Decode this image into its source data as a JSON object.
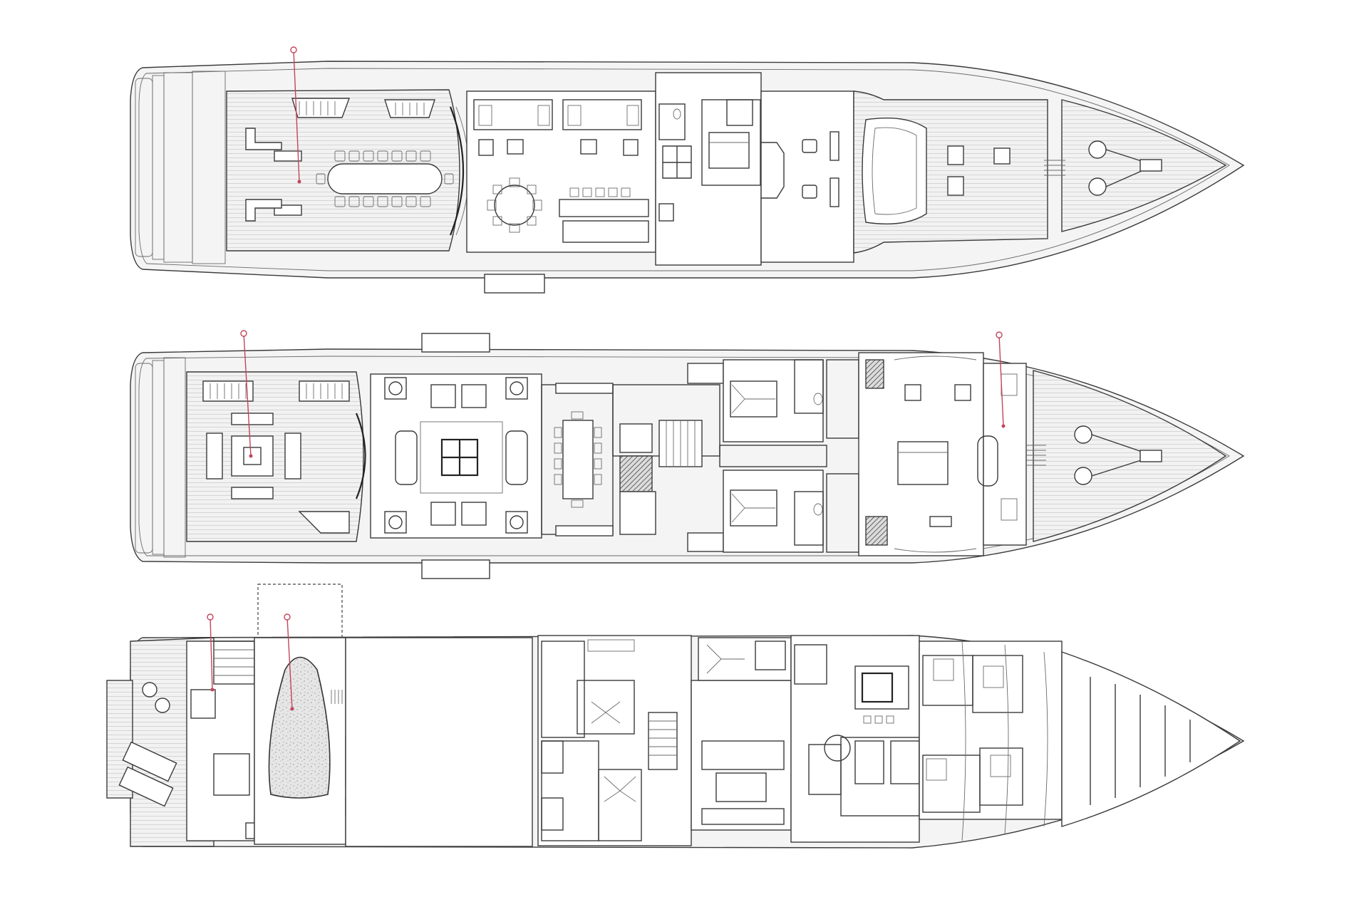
{
  "figure": {
    "type": "yacht deck plan",
    "decks": [
      "upper-deck",
      "main-deck",
      "lower-deck"
    ],
    "colors": {
      "line": "#3a3a3a",
      "deck_fill": "#f4f4f4",
      "background": "#ffffff",
      "marker": "#c4445a"
    },
    "icons": [
      "marker-icon",
      "bed-icon",
      "chair-icon",
      "sofa-icon",
      "table-icon",
      "stair-icon",
      "door-icon",
      "anchor-windlass-icon"
    ]
  }
}
